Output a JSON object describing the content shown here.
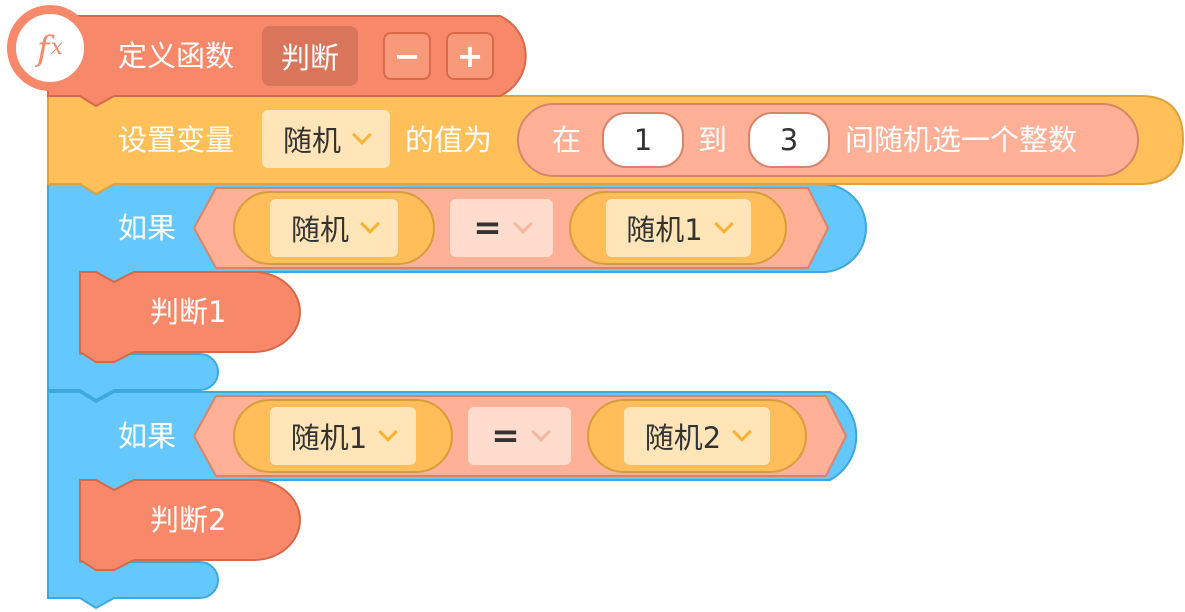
{
  "function_block": {
    "header_label": "定义函数",
    "name": "判断",
    "minus_label": "−",
    "plus_label": "+"
  },
  "set_variable_block": {
    "label": "设置变量",
    "variable": "随机",
    "value_label": "的值为",
    "random": {
      "label_start": "在",
      "from": "1",
      "to_label": "到",
      "to": "3",
      "label_end": "间随机选一个整数"
    }
  },
  "if_blocks": [
    {
      "label": "如果",
      "left_var": "随机",
      "operator": "=",
      "right_var": "随机1",
      "call": "判断1"
    },
    {
      "label": "如果",
      "left_var": "随机1",
      "operator": "=",
      "right_var": "随机2",
      "call": "判断2"
    }
  ],
  "colors": {
    "function_block": "#f7896a",
    "function_border": "#d7694b",
    "variable_block": "#ffbf59",
    "variable_border": "#e0a23d",
    "control_block": "#65c8fc",
    "control_border": "#3ea8dd",
    "operator_block": "#ffb096",
    "reporter_block": "#ffbe59"
  }
}
